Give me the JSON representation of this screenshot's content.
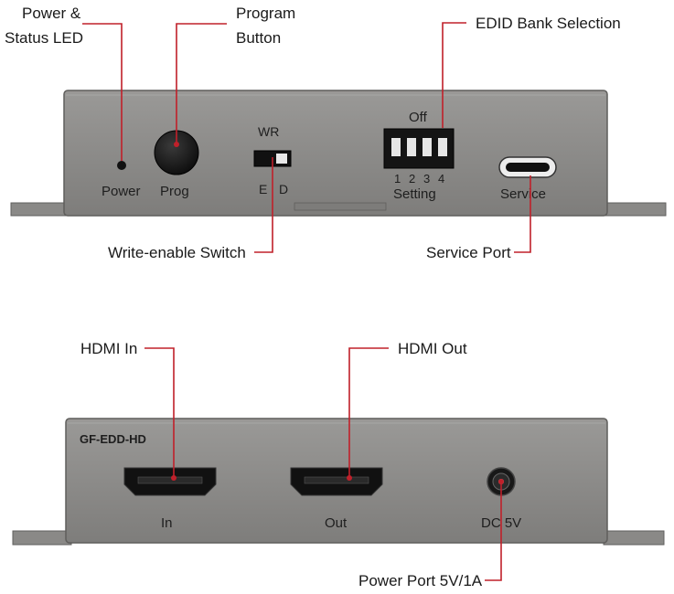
{
  "callouts": {
    "power_led_line1": "Power &",
    "power_led_line2": "Status LED",
    "program_button_line1": "Program",
    "program_button_line2": "Button",
    "edid_bank": "EDID Bank Selection",
    "write_enable": "Write-enable Switch",
    "service_port": "Service Port",
    "hdmi_in": "HDMI In",
    "hdmi_out": "HDMI Out",
    "power_port": "Power Port 5V/1A"
  },
  "front_panel": {
    "power_label": "Power",
    "prog_label": "Prog",
    "wr_label": "WR",
    "e_label": "E",
    "d_label": "D",
    "off_label": "Off",
    "dip_numbers": [
      "1",
      "2",
      "3",
      "4"
    ],
    "setting_label": "Setting",
    "service_label": "Service"
  },
  "rear_panel": {
    "model": "GF-EDD-HD",
    "in_label": "In",
    "out_label": "Out",
    "dc_label": "DC 5V"
  },
  "colors": {
    "callout_line": "#c0202a",
    "chassis": "#8f8e8c",
    "chassis_dark": "#6f6e6c",
    "port_black": "#111111"
  }
}
